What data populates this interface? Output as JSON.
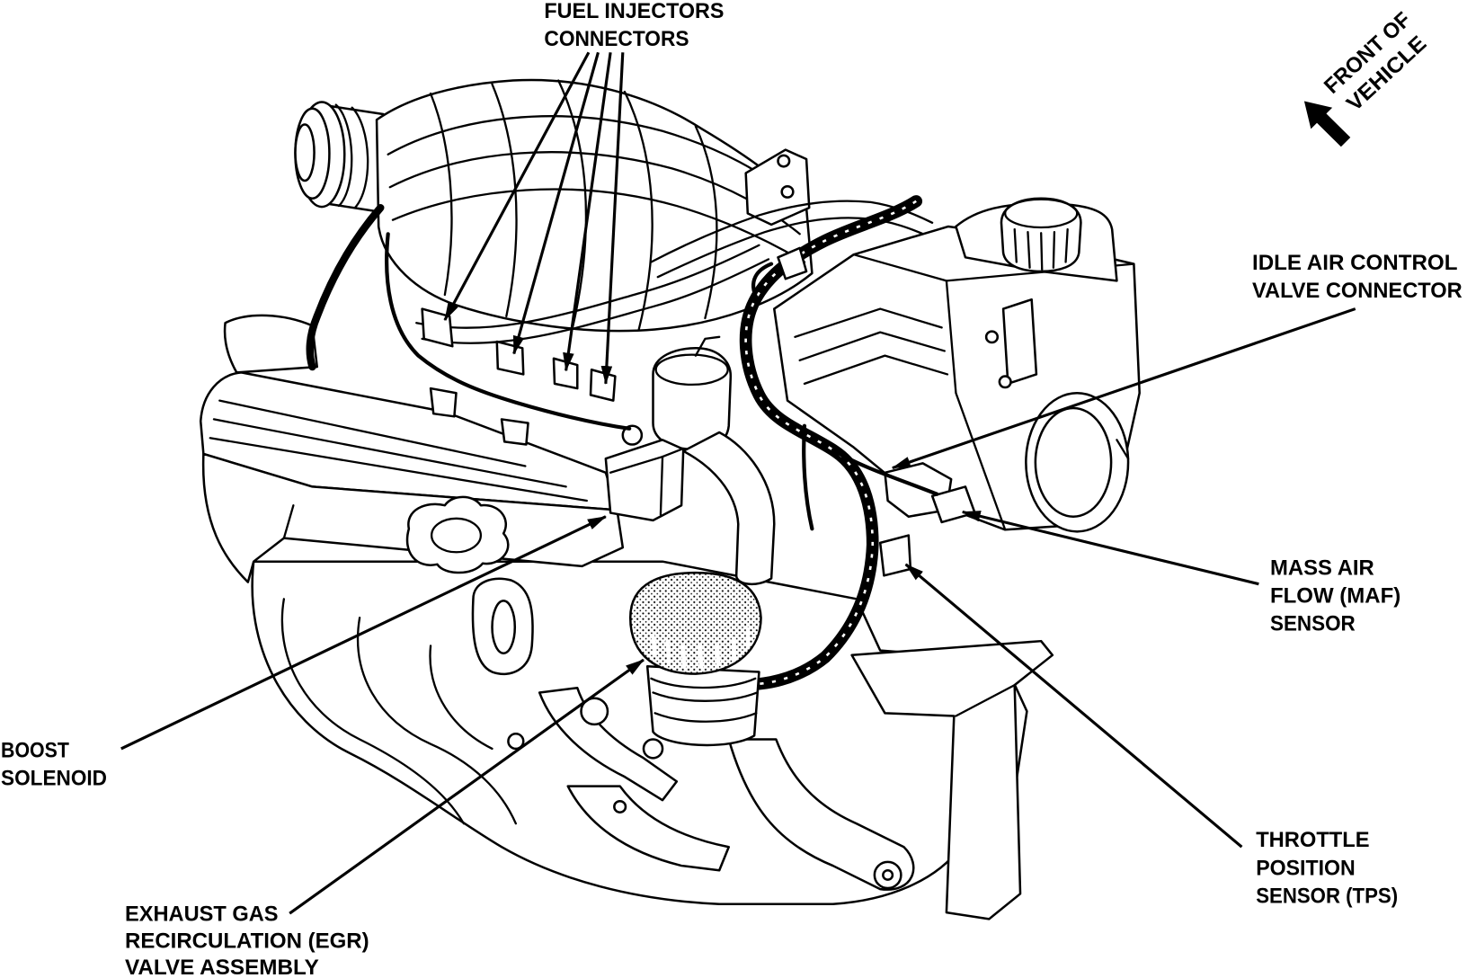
{
  "labels": {
    "fuel_injectors_connectors": [
      "FUEL INJECTORS",
      "CONNECTORS"
    ],
    "front_of_vehicle": [
      "FRONT OF",
      "VEHICLE"
    ],
    "idle_air_control_valve_connector": [
      "IDLE AIR CONTROL",
      "VALVE CONNECTOR"
    ],
    "mass_air_flow_sensor": [
      "MASS AIR",
      "FLOW (MAF)",
      "SENSOR"
    ],
    "throttle_position_sensor": [
      "THROTTLE",
      "POSITION",
      "SENSOR (TPS)"
    ],
    "boost_solenoid": [
      "BOOST",
      "SOLENOID"
    ],
    "egr_valve_assembly": [
      "EXHAUST GAS",
      "RECIRCULATION (EGR)",
      "VALVE ASSEMBLY"
    ]
  },
  "colors": {
    "line": "#000000",
    "background": "#ffffff"
  }
}
